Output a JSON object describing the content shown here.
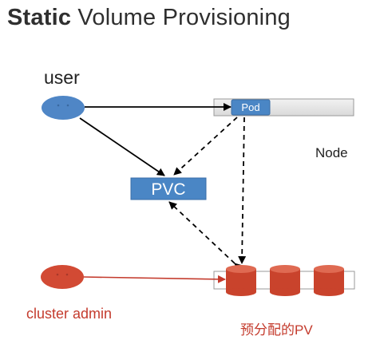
{
  "title": {
    "bold": "Static",
    "rest": " Volume Provisioning"
  },
  "labels": {
    "user": "user",
    "node": "Node",
    "cluster_admin": "cluster admin",
    "prealloc_pv": "预分配的PV"
  },
  "boxes": {
    "pod": "Pod",
    "pvc": "PVC"
  },
  "colors": {
    "user_blue": "#4f86c6",
    "admin_red": "#d24a34",
    "pv_red": "#c9432c",
    "node_gray": "#e6e6e6",
    "pvc_blue": "#4a86c5"
  }
}
